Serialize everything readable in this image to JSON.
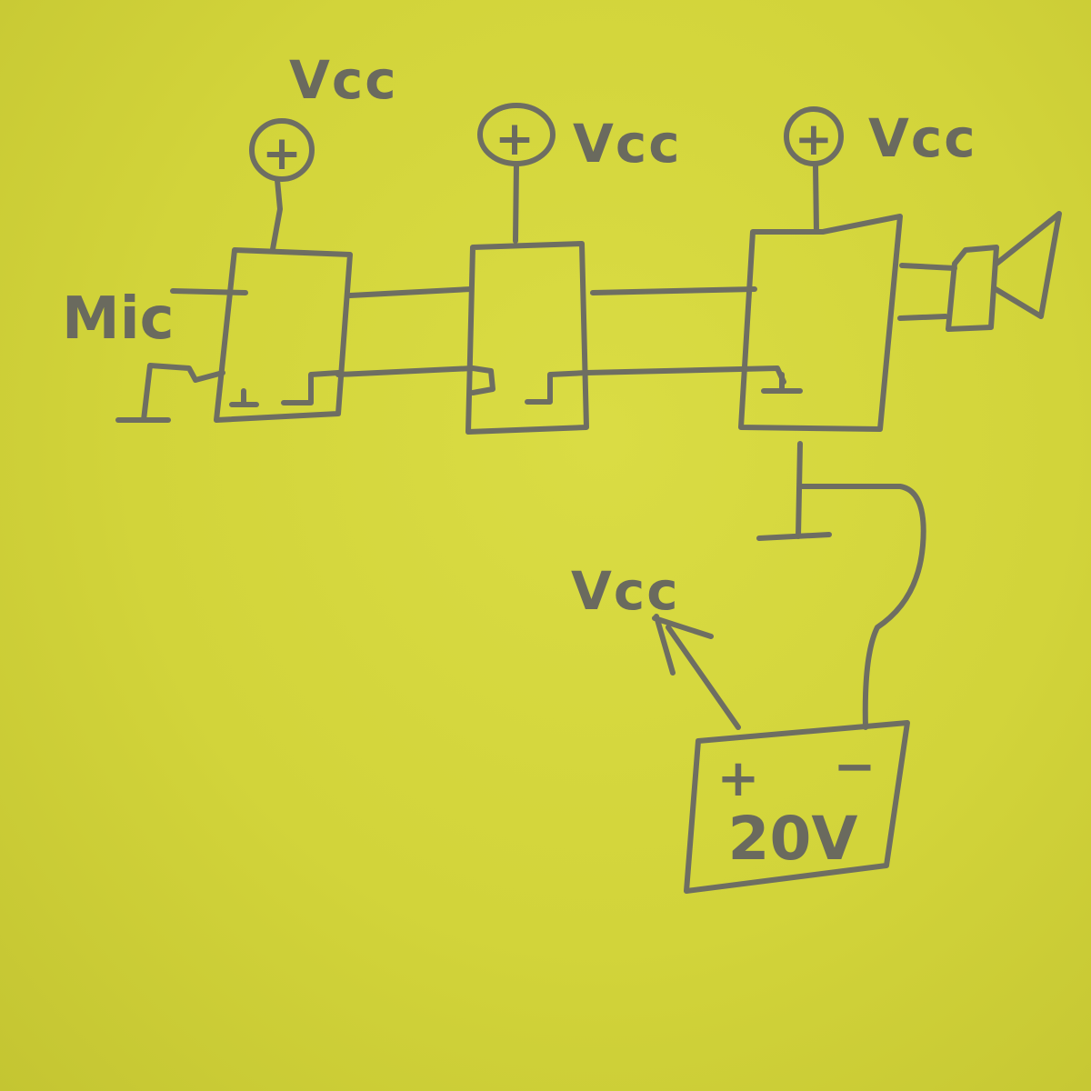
{
  "diagram": {
    "labels": {
      "vcc_stage1": "Vcc",
      "vcc_stage2": "Vcc",
      "vcc_stage3": "Vcc",
      "vcc_supply": "Vcc",
      "mic": "Mic",
      "battery_voltage": "20V",
      "battery_plus": "+",
      "battery_minus": "−",
      "supply_symbol": "+"
    },
    "colors": {
      "paper": "#d2d43a",
      "ink": "#6e6e62"
    }
  }
}
